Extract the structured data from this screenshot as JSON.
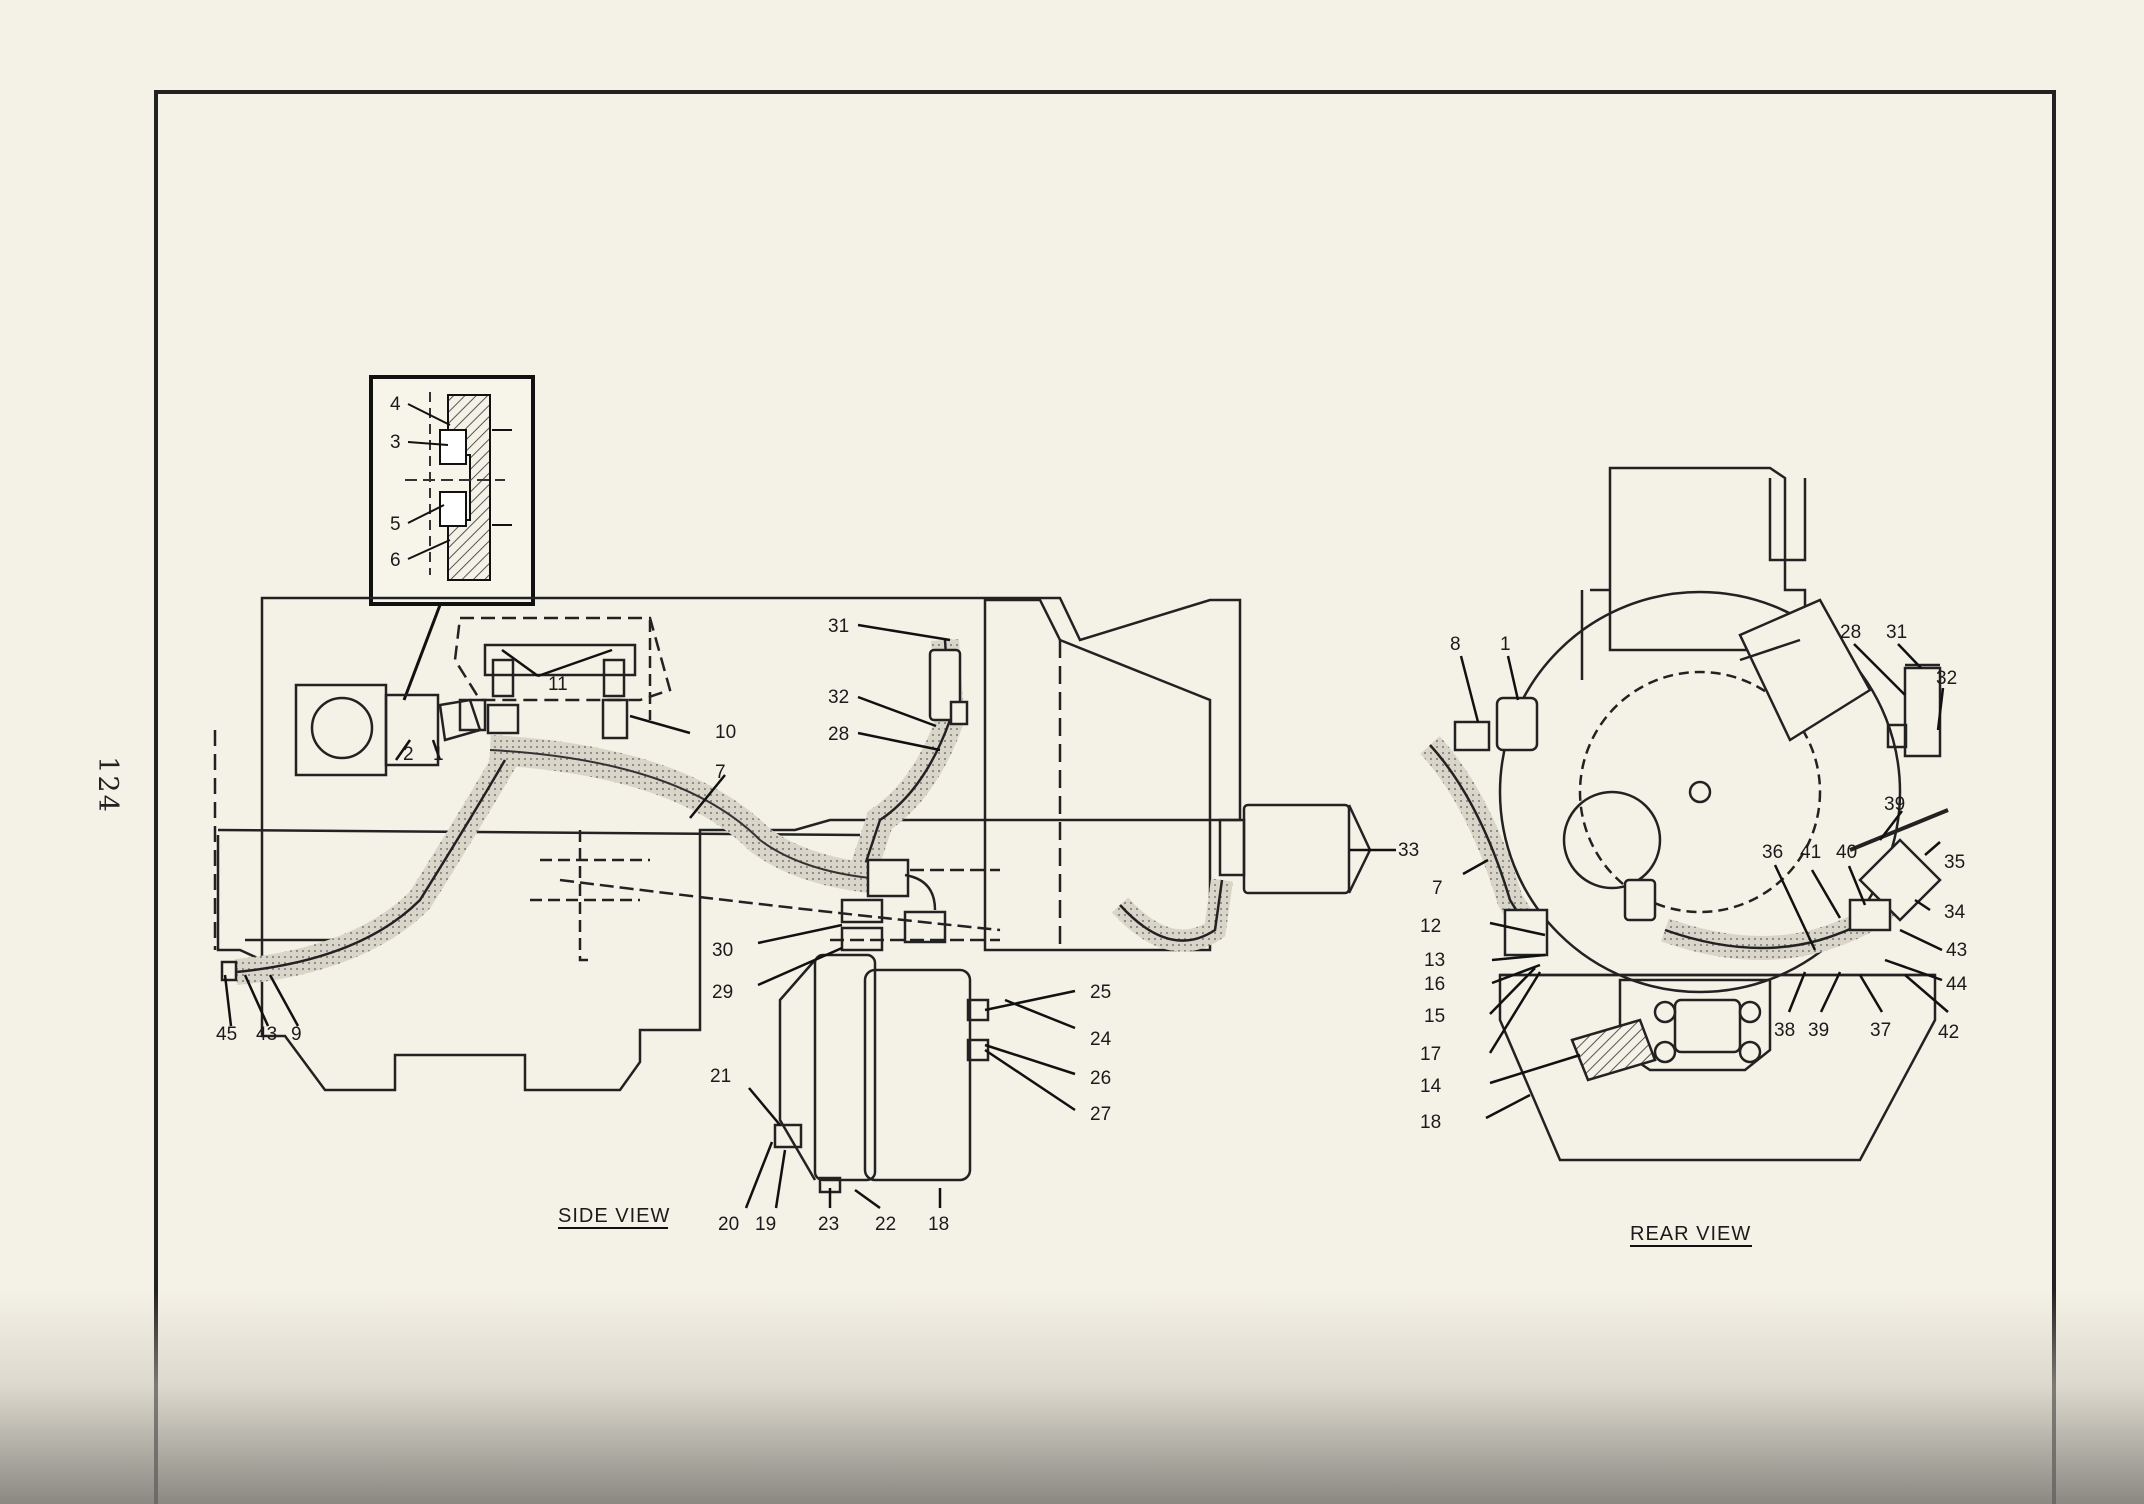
{
  "page_number": "124",
  "views": {
    "side": "SIDE VIEW",
    "rear": "REAR VIEW"
  },
  "inset_callouts": [
    "4",
    "3",
    "5",
    "6"
  ],
  "side_callouts": [
    "11",
    "10",
    "2",
    "1",
    "7",
    "31",
    "32",
    "28",
    "33",
    "30",
    "29",
    "25",
    "24",
    "26",
    "27",
    "21",
    "45",
    "43",
    "9",
    "20",
    "19",
    "23",
    "22",
    "18"
  ],
  "rear_callouts": [
    "8",
    "1",
    "28",
    "31",
    "32",
    "39",
    "35",
    "34",
    "36",
    "41",
    "40",
    "43",
    "44",
    "37",
    "42",
    "38",
    "39",
    "12",
    "13",
    "16",
    "15",
    "17",
    "14",
    "18",
    "7"
  ]
}
